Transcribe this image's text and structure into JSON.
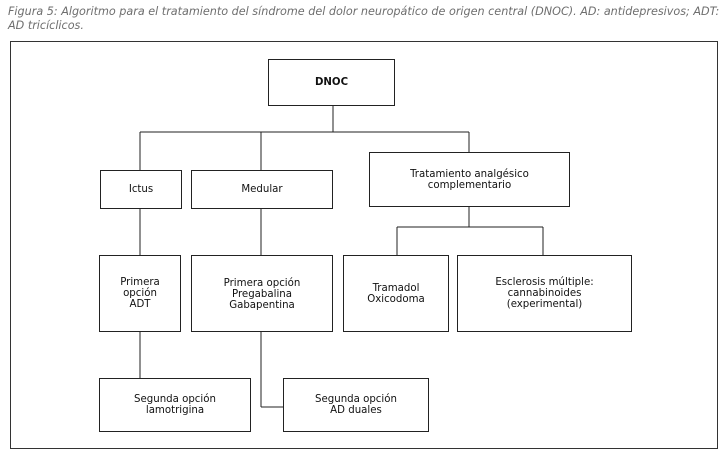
{
  "caption": "Figura 5: Algoritmo para el tratamiento del síndrome del dolor neuropático de origen central (DNOC). AD: antidepresivos; ADT: AD tricíclicos.",
  "nodes": {
    "root": "DNOC",
    "ictus": "Ictus",
    "medular": "Medular",
    "analgesic": "Tratamiento analgésico\ncomplementario",
    "ictus_first": "Primera\nopción\nADT",
    "medular_first": "Primera opción\nPregabalina\nGabapentina",
    "tramadol": "Tramadol\nOxicodoma",
    "esclerosis": "Esclerosis múltiple:\ncannabinoides\n(experimental)",
    "ictus_second": "Segunda opción\nlamotrigina",
    "medular_second": "Segunda opción\nAD duales"
  }
}
